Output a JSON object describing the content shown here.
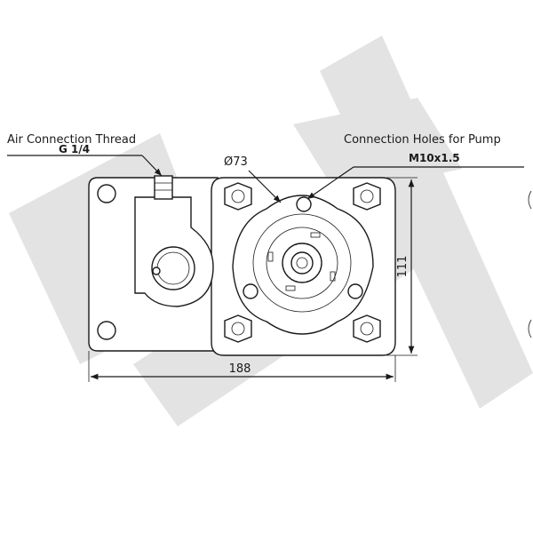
{
  "watermark": {
    "text": "HK",
    "color": "#e3e3e3"
  },
  "annotations": {
    "air_connection": {
      "title": "Air Connection Thread",
      "value": "G 1/4"
    },
    "pump_holes": {
      "title": "Connection Holes for Pump",
      "value": "M10x1.5"
    }
  },
  "dimensions": {
    "diameter": "Ø73",
    "height": "111",
    "width": "188"
  },
  "colors": {
    "line": "#1a1a1a",
    "background": "#ffffff"
  }
}
